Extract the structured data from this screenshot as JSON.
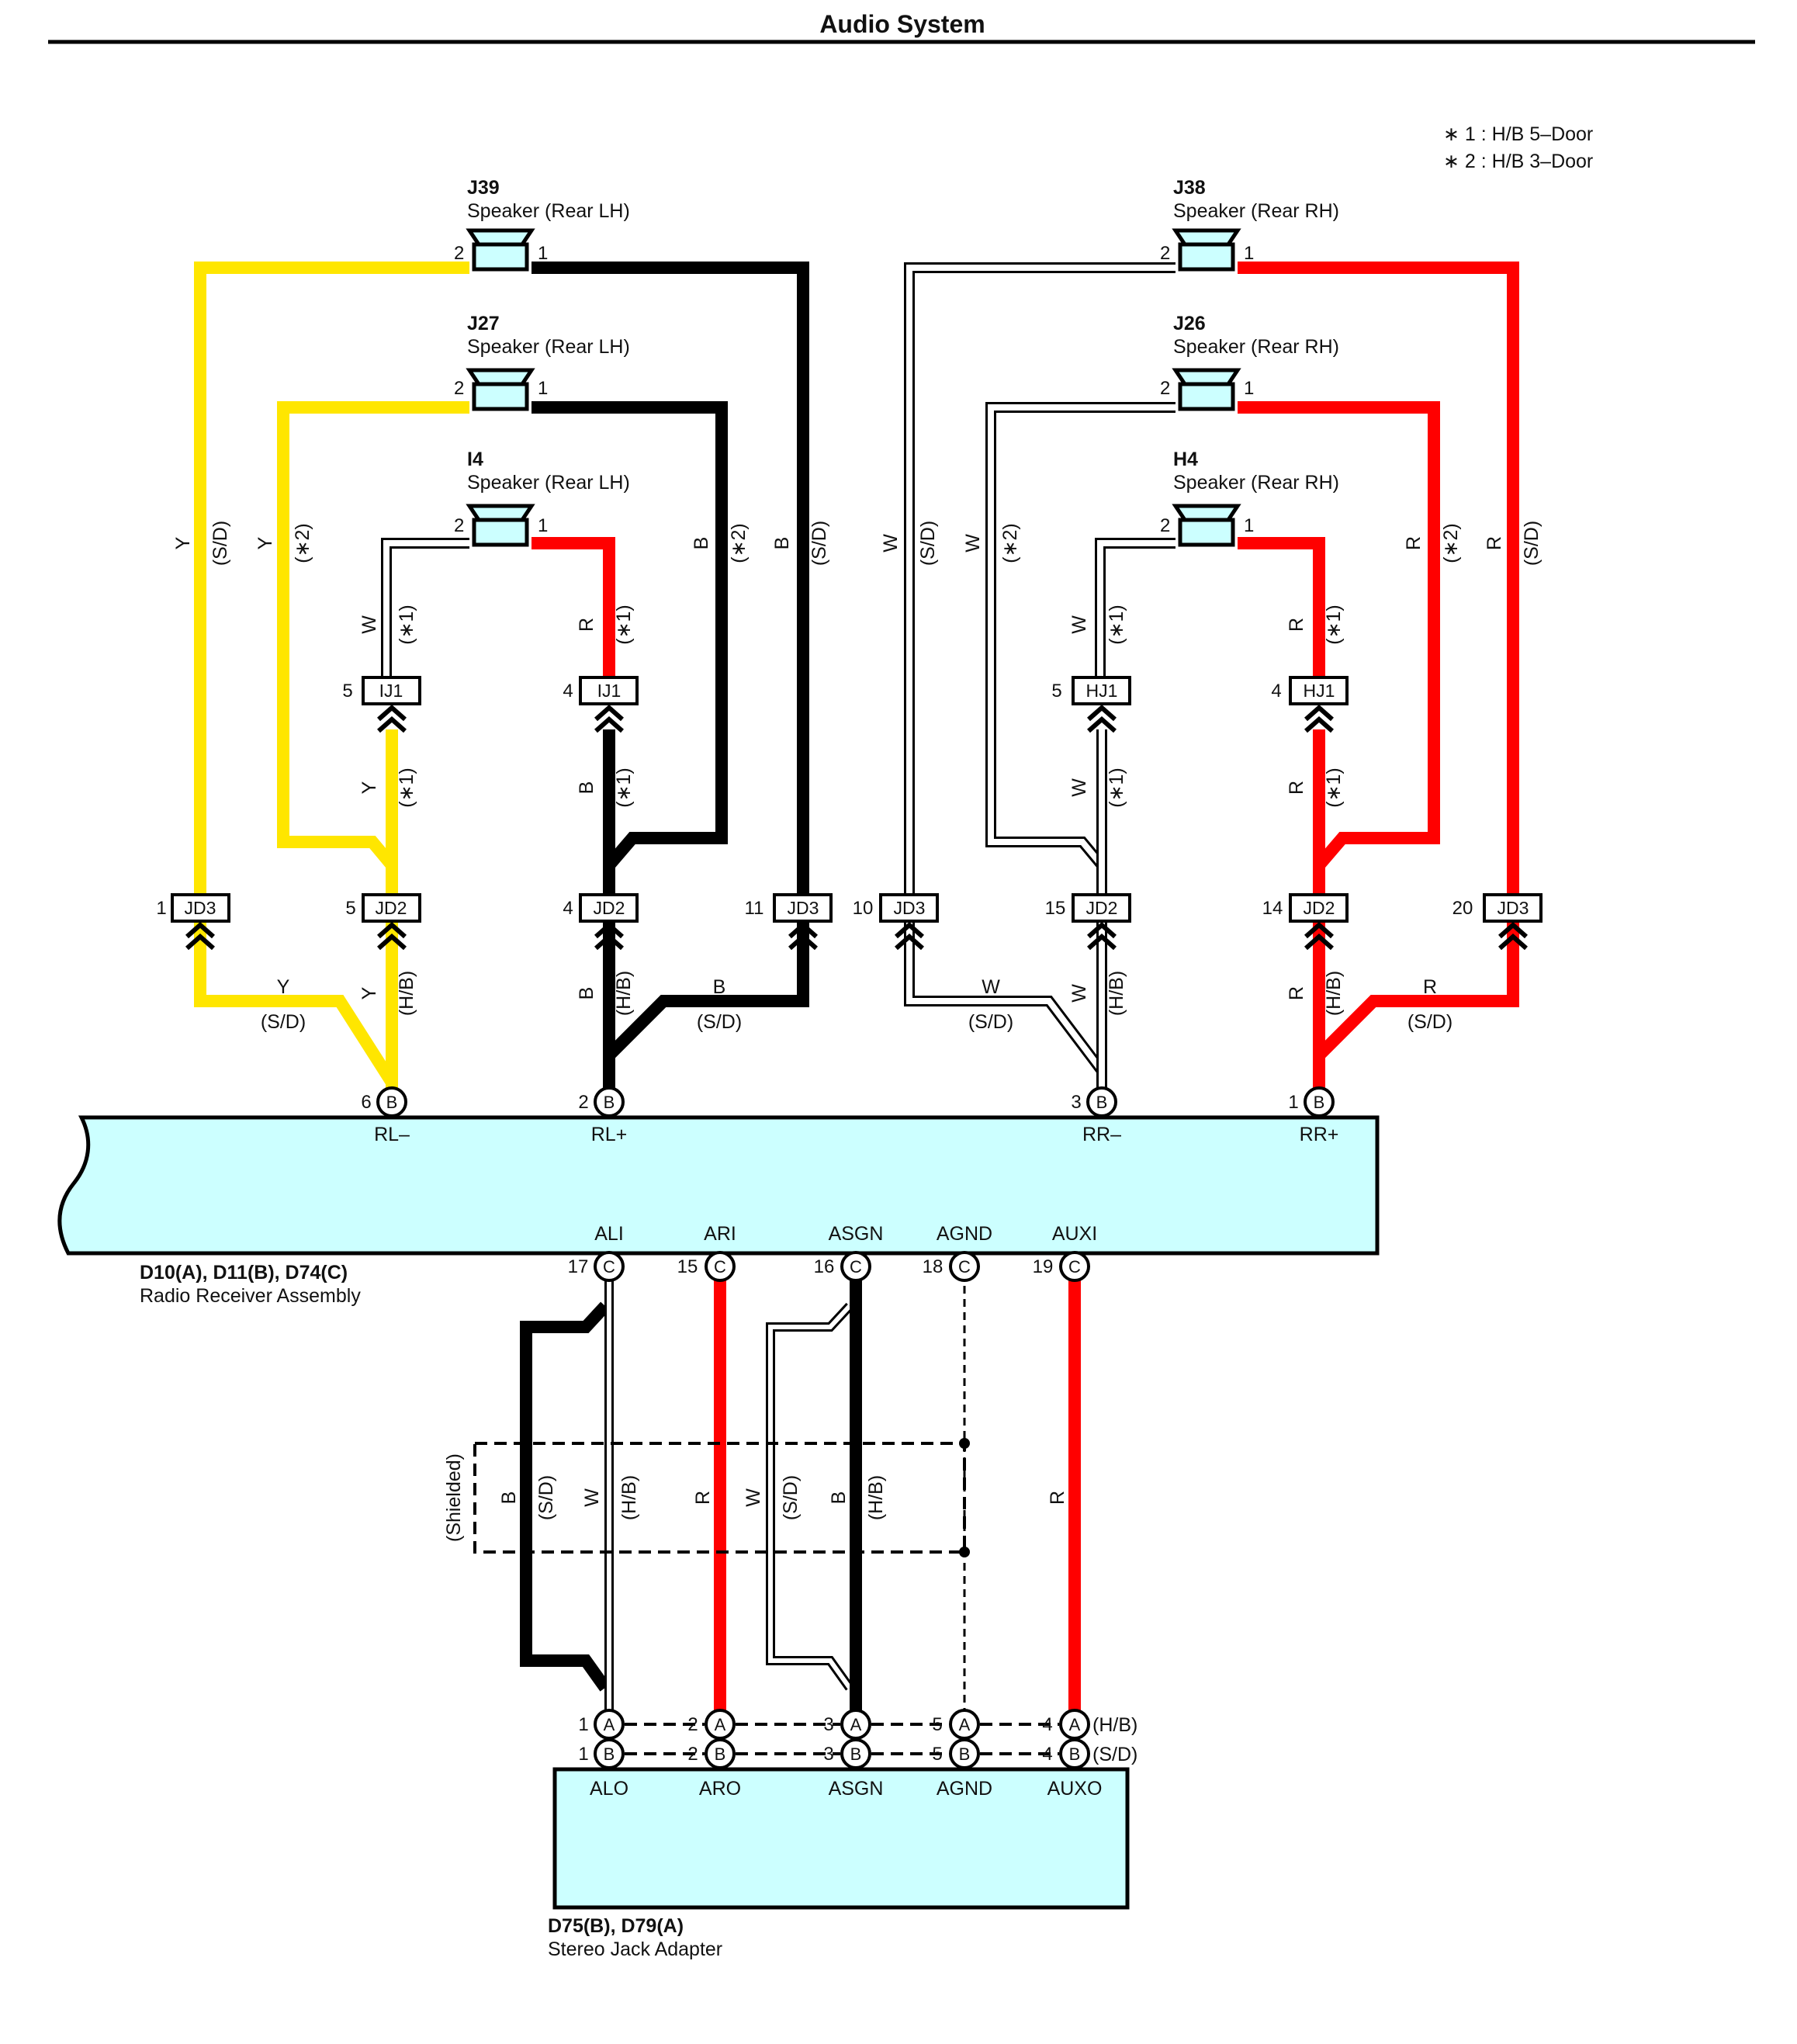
{
  "title": "Audio System",
  "notes": [
    "∗ 1 : H/B 5–Door",
    "∗ 2 : H/B 3–Door"
  ],
  "colors": {
    "Y": "#ffe600",
    "B": "#000000",
    "R": "#ff0000",
    "W": "#c8c8c8",
    "component": "#ccffff"
  },
  "speakers": [
    {
      "id": "J39",
      "desc": "Speaker (Rear LH)",
      "pin_left": "2",
      "pin_right": "1"
    },
    {
      "id": "J27",
      "desc": "Speaker (Rear LH)",
      "pin_left": "2",
      "pin_right": "1"
    },
    {
      "id": "I4",
      "desc": "Speaker (Rear LH)",
      "pin_left": "2",
      "pin_right": "1"
    },
    {
      "id": "J38",
      "desc": "Speaker (Rear RH)",
      "pin_left": "2",
      "pin_right": "1"
    },
    {
      "id": "J26",
      "desc": "Speaker (Rear RH)",
      "pin_left": "2",
      "pin_right": "1"
    },
    {
      "id": "H4",
      "desc": "Speaker (Rear RH)",
      "pin_left": "2",
      "pin_right": "1"
    }
  ],
  "connectors": [
    {
      "name": "IJ1",
      "pin": "5"
    },
    {
      "name": "IJ1",
      "pin": "4"
    },
    {
      "name": "HJ1",
      "pin": "5"
    },
    {
      "name": "HJ1",
      "pin": "4"
    },
    {
      "name": "JD3",
      "pin": "1"
    },
    {
      "name": "JD2",
      "pin": "5"
    },
    {
      "name": "JD2",
      "pin": "4"
    },
    {
      "name": "JD3",
      "pin": "11"
    },
    {
      "name": "JD3",
      "pin": "10"
    },
    {
      "name": "JD2",
      "pin": "15"
    },
    {
      "name": "JD2",
      "pin": "14"
    },
    {
      "name": "JD3",
      "pin": "20"
    }
  ],
  "wire_labels": [
    {
      "color": "Y",
      "note": "(S/D)"
    },
    {
      "color": "Y",
      "note": "(∗2)"
    },
    {
      "color": "B",
      "note": "(∗2)"
    },
    {
      "color": "B",
      "note": "(S/D)"
    },
    {
      "color": "W",
      "note": "(S/D)"
    },
    {
      "color": "W",
      "note": "(∗2)"
    },
    {
      "color": "R",
      "note": "(∗2)"
    },
    {
      "color": "R",
      "note": "(S/D)"
    },
    {
      "color": "W",
      "note": "(∗1)"
    },
    {
      "color": "R",
      "note": "(∗1)"
    },
    {
      "color": "W",
      "note": "(∗1)"
    },
    {
      "color": "R",
      "note": "(∗1)"
    },
    {
      "color": "Y",
      "note": "(∗1)"
    },
    {
      "color": "B",
      "note": "(∗1)"
    },
    {
      "color": "W",
      "note": "(∗1)"
    },
    {
      "color": "R",
      "note": "(∗1)"
    },
    {
      "color": "Y",
      "note": "(H/B)"
    },
    {
      "color": "B",
      "note": "(H/B)"
    },
    {
      "color": "W",
      "note": "(H/B)"
    },
    {
      "color": "R",
      "note": "(H/B)"
    },
    {
      "color": "Y",
      "note": "(S/D)"
    },
    {
      "color": "B",
      "note": "(S/D)"
    },
    {
      "color": "W",
      "note": "(S/D)"
    },
    {
      "color": "R",
      "note": "(S/D)"
    }
  ],
  "receiver": {
    "name": "D10(A), D11(B), D74(C)",
    "desc": "Radio Receiver Assembly",
    "top_pins": [
      {
        "num": "6",
        "conn": "B",
        "label": "RL–"
      },
      {
        "num": "2",
        "conn": "B",
        "label": "RL+"
      },
      {
        "num": "3",
        "conn": "B",
        "label": "RR–"
      },
      {
        "num": "1",
        "conn": "B",
        "label": "RR+"
      }
    ],
    "bottom_pins": [
      {
        "num": "17",
        "conn": "C",
        "label": "ALI"
      },
      {
        "num": "15",
        "conn": "C",
        "label": "ARI"
      },
      {
        "num": "16",
        "conn": "C",
        "label": "ASGN"
      },
      {
        "num": "18",
        "conn": "C",
        "label": "AGND"
      },
      {
        "num": "19",
        "conn": "C",
        "label": "AUXI"
      }
    ]
  },
  "shielded_label": "(Shielded)",
  "lower_wires": [
    {
      "color": "B",
      "note": "(S/D)"
    },
    {
      "color": "W",
      "note": "(H/B)"
    },
    {
      "color": "R",
      "note": ""
    },
    {
      "color": "W",
      "note": "(S/D)"
    },
    {
      "color": "B",
      "note": "(H/B)"
    },
    {
      "color": "R",
      "note": ""
    }
  ],
  "adapter": {
    "name": "D75(B), D79(A)",
    "desc": "Stereo Jack Adapter",
    "row_a": {
      "conn": "A",
      "pins": [
        "1",
        "2",
        "3",
        "5",
        "4"
      ],
      "note": "(H/B)"
    },
    "row_b": {
      "conn": "B",
      "pins": [
        "1",
        "2",
        "3",
        "5",
        "4"
      ],
      "note": "(S/D)"
    },
    "labels": [
      "ALO",
      "ARO",
      "ASGN",
      "AGND",
      "AUXO"
    ]
  }
}
